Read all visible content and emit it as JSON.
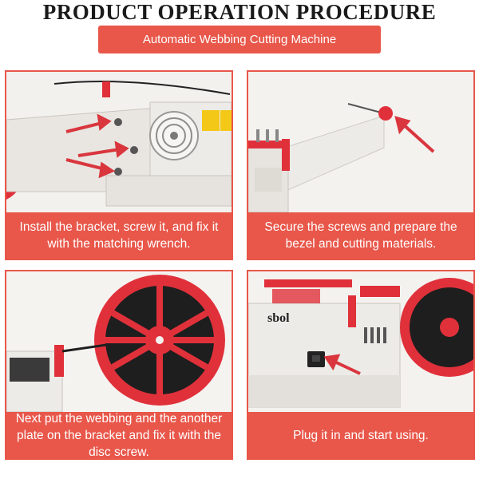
{
  "header": {
    "title": "PRODUCT OPERATION PROCEDURE",
    "subtitle": "Automatic Webbing Cutting Machine"
  },
  "steps": [
    {
      "caption": "Install the bracket, screw it, and fix it with the matching wrench."
    },
    {
      "caption": "Secure the screws and prepare the bezel and cutting materials."
    },
    {
      "caption": "Next put the webbing and the another plate on the bracket and fix it with the disc screw."
    },
    {
      "caption": "Plug it in and start using."
    }
  ],
  "photo4": {
    "brand_text": "sbol"
  },
  "colors": {
    "accent": "#e8574a",
    "arrow": "#d9363e",
    "reel": "#e0313b"
  }
}
